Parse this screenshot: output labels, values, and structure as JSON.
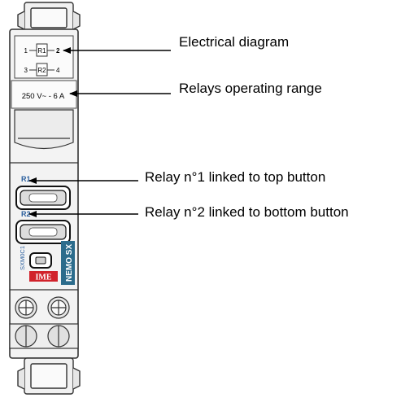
{
  "device": {
    "diagram": {
      "row1": {
        "left": "1",
        "relay": "R1",
        "right": "2"
      },
      "row2": {
        "left": "3",
        "relay": "R2",
        "right": "4"
      }
    },
    "rating": "250 V~ - 6 A",
    "relay1_label": "R1",
    "relay2_label": "R2",
    "model_code": "SXM0C1",
    "brand": "IME",
    "product_name": "NEMO SX",
    "colors": {
      "body": "#f3f3f3",
      "outline": "#333333",
      "brand_red": "#d1222b",
      "brand_blue": "#2c6c8c",
      "code_blue": "#2b5f9e"
    }
  },
  "callouts": {
    "electrical_diagram": "Electrical diagram",
    "operating_range": "Relays operating range",
    "relay1": "Relay n°1 linked to top button",
    "relay2": "Relay n°2 linked to bottom button"
  }
}
